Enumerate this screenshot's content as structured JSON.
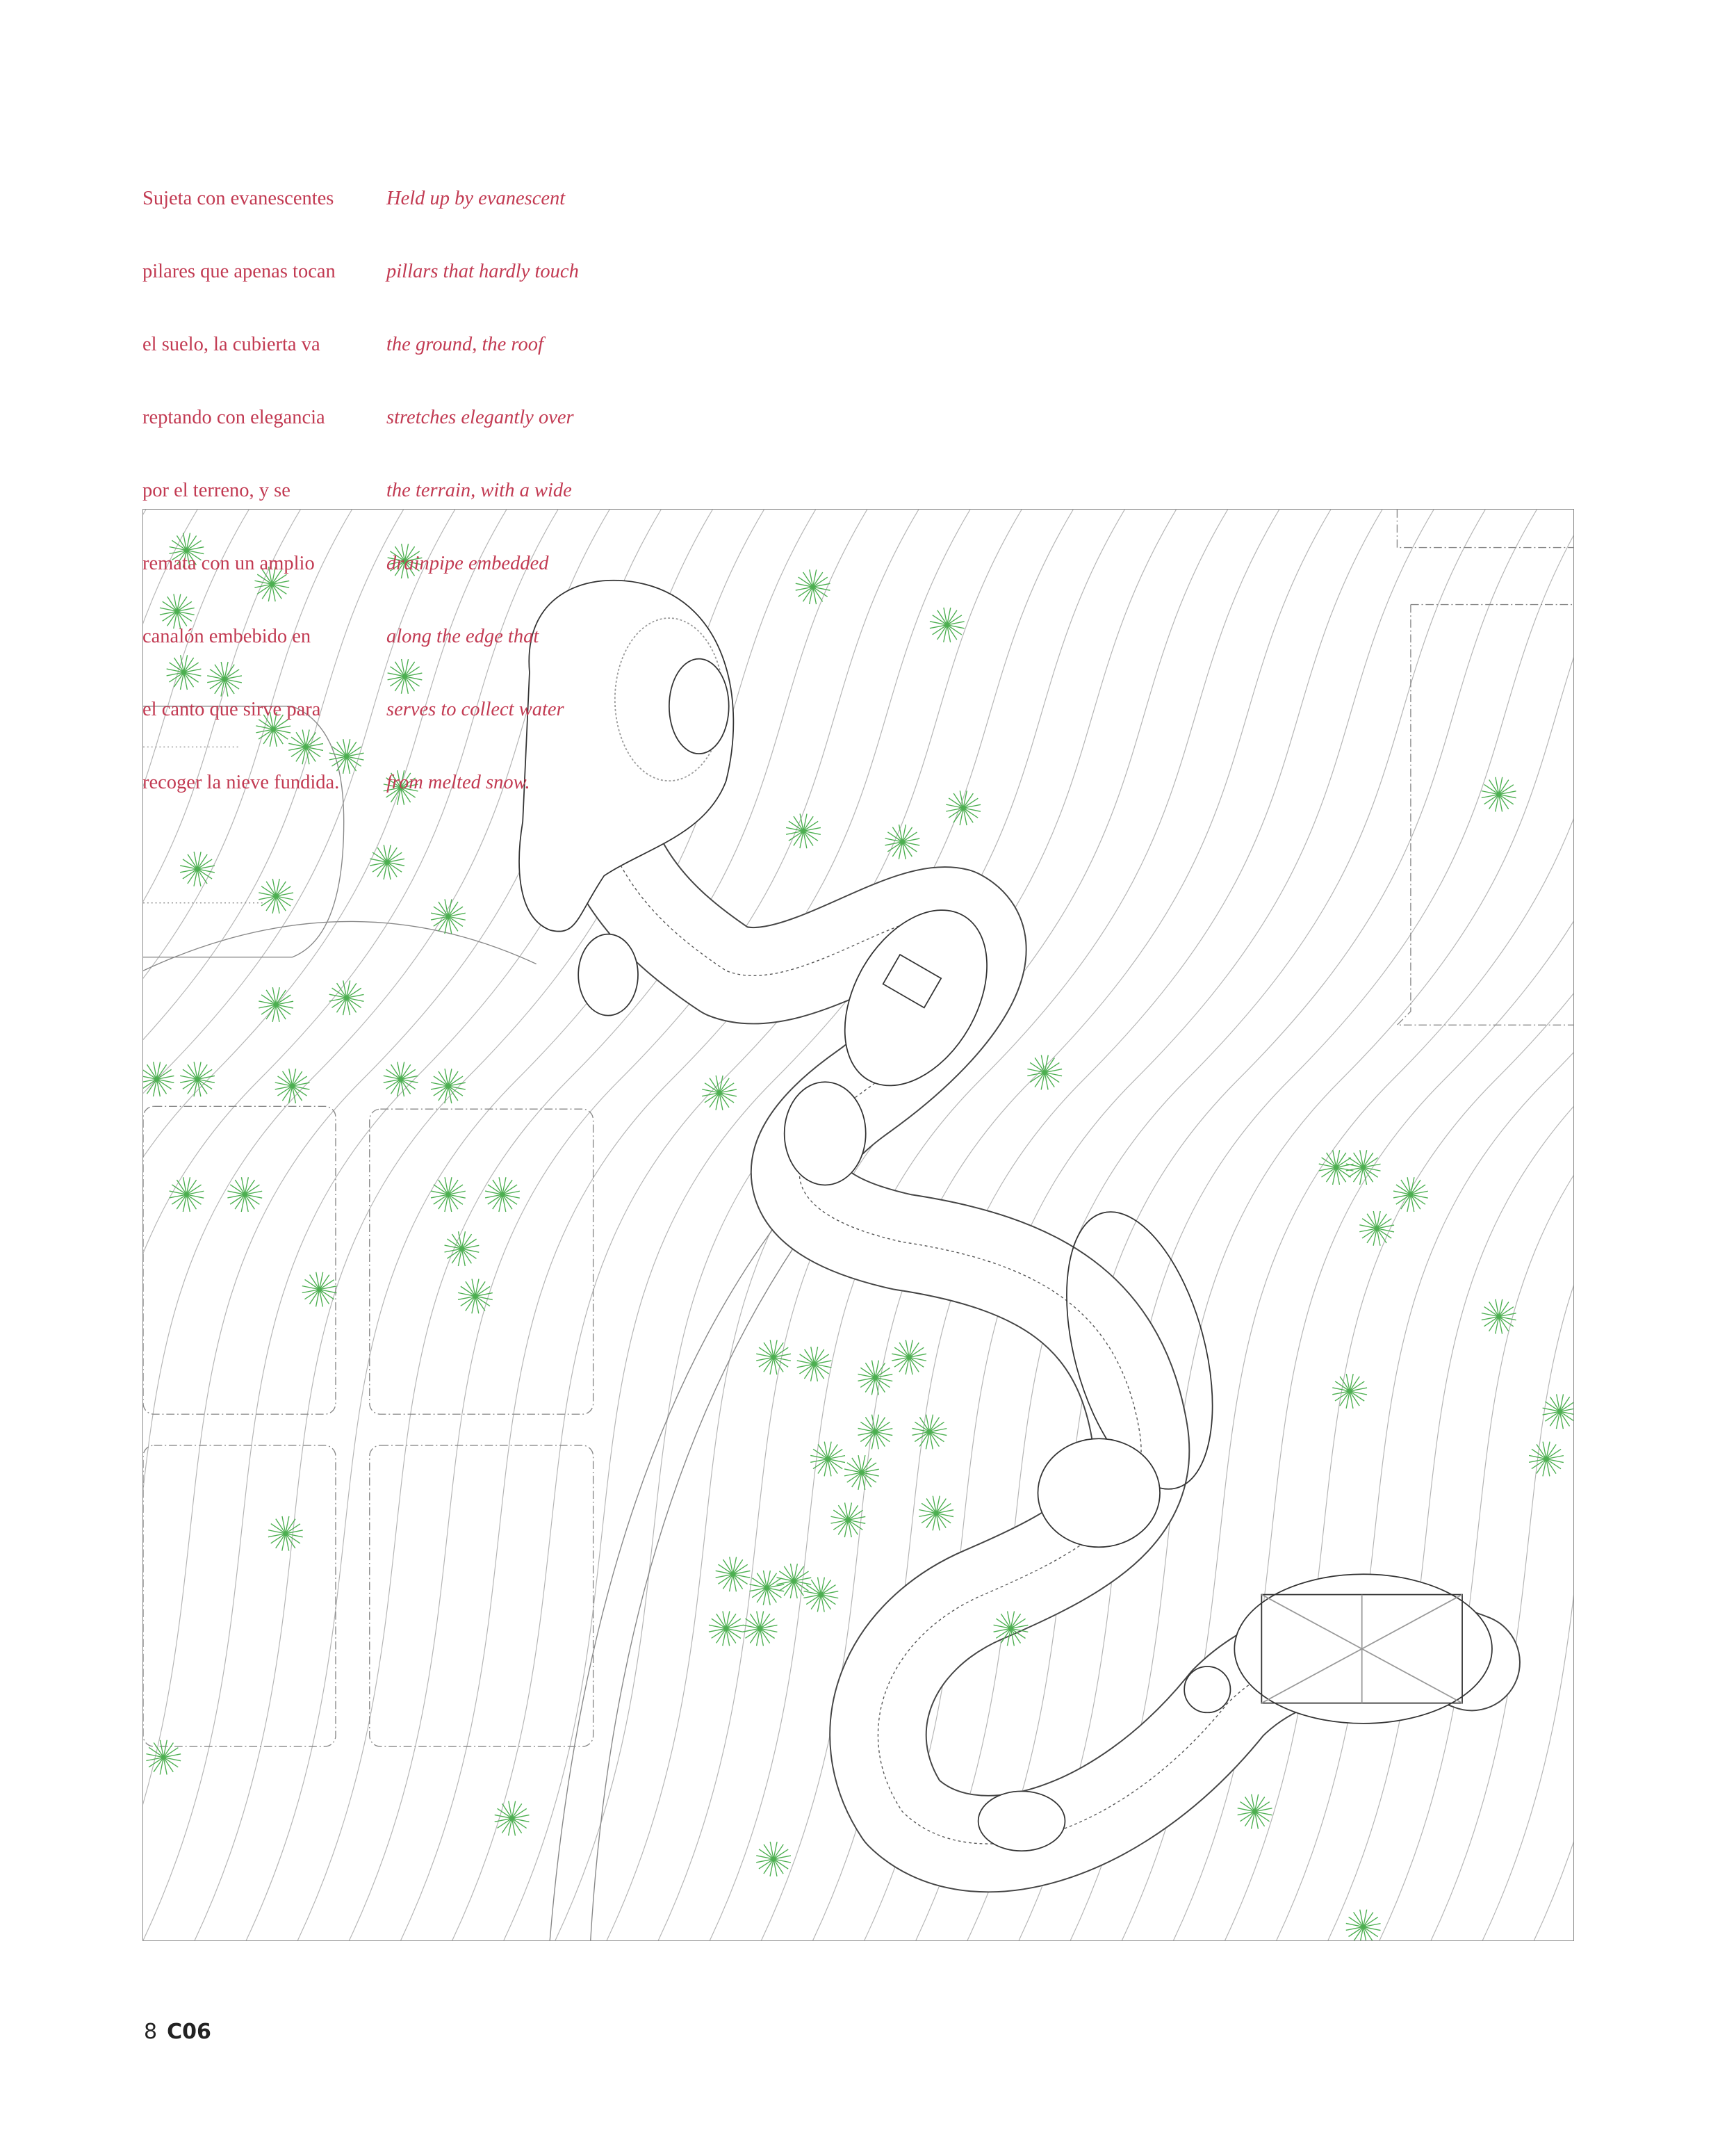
{
  "caption": {
    "spanish_lines": [
      "Sujeta con evanescentes",
      "pilares que apenas tocan",
      "el suelo, la cubierta va",
      "reptando con elegancia",
      "por el terreno, y se",
      "remata con un amplio",
      "canalón embebido en",
      "el canto que sirve para",
      "recoger la nieve fundida."
    ],
    "english_lines": [
      "Held up by evanescent",
      "pillars that hardly touch",
      "the ground, the roof",
      "stretches elegantly over",
      "the terrain, with a wide",
      "drainpipe embedded",
      "along the edge that",
      "serves to collect water",
      "from melted snow."
    ]
  },
  "footer": {
    "page_number": "8",
    "section": "C06"
  },
  "colors": {
    "caption_text": "#c23a52",
    "tree_green": "#4caf50",
    "line_gray": "#9a9a9a"
  }
}
